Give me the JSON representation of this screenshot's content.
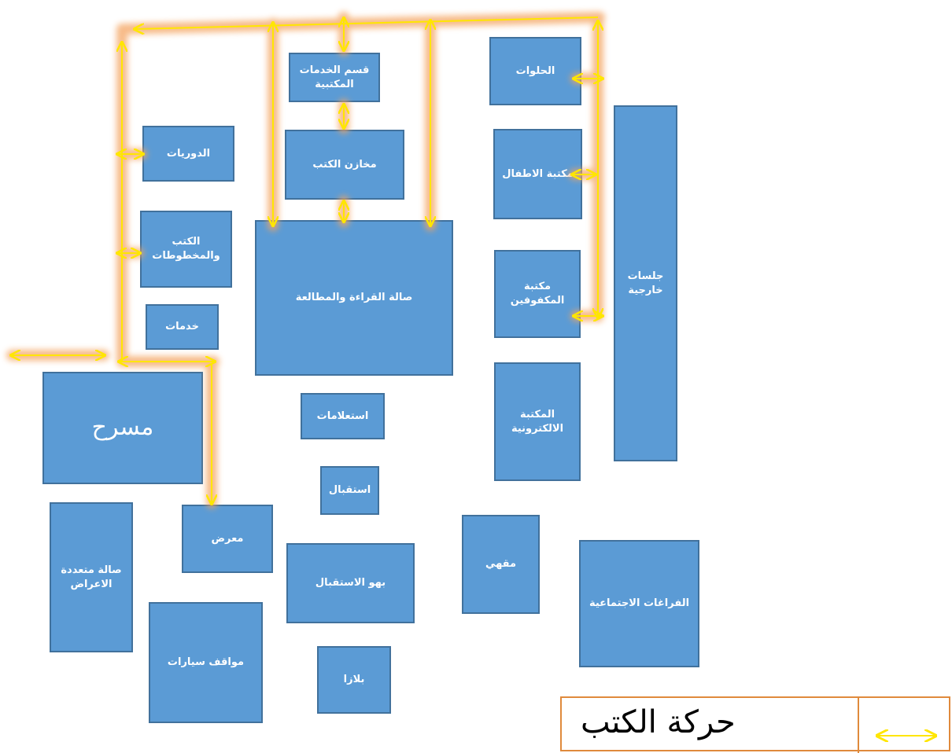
{
  "rooms": {
    "desserts": "الحلوات",
    "library_services": "قسم الخدمات\nالمكتبية",
    "periodicals": "الدوريات",
    "book_storage": "مخازن الكتب",
    "children_library": "مكتبة الاطفال",
    "books_manuscripts": "الكتب\nوالمخطوطات",
    "reading_hall": "صالة القراءة والمطالعة",
    "blind_library": "مكتبة\nالمكفوفين",
    "outdoor_seating": "جلسات\nخارجية",
    "services": "خدمات",
    "theater": "مسرح",
    "inquiries": "استعلامات",
    "electronic_library": "المكتبة\nالالكترونية",
    "reception": "استقبال",
    "multipurpose_hall": "صالة متعددة\nالاعراض",
    "exhibition": "معرض",
    "reception_lobby": "بهو الاستقبال",
    "cafe": "مقهي",
    "social_spaces": "الفراغات الاجتماعية",
    "parking": "مواقف سيارات",
    "plaza": "بلازا"
  },
  "legend": {
    "label": "حركة الكتب"
  },
  "colors": {
    "room_fill": "#5b9bd5",
    "room_border": "#41719c",
    "flow_glow": "#f4a460",
    "flow_arrow": "#ffe600",
    "legend_border": "#e08a3c"
  }
}
